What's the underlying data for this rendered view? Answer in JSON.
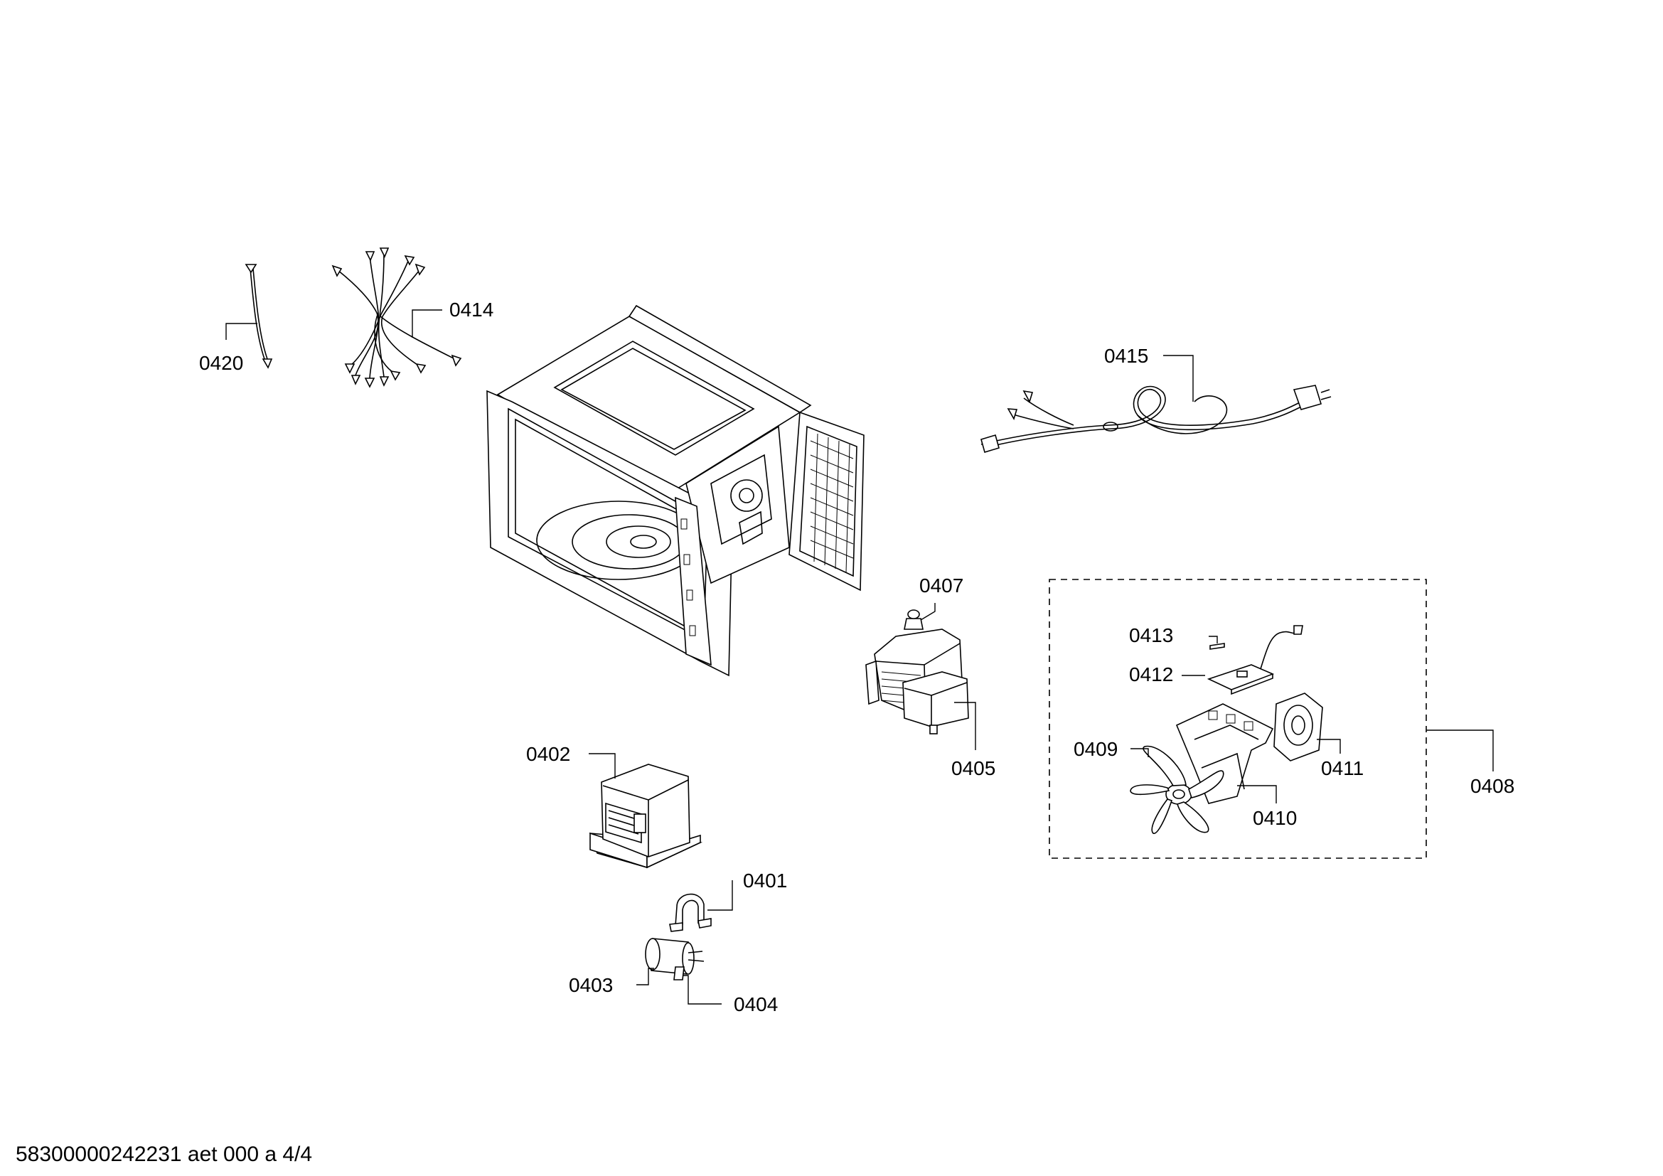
{
  "labels": {
    "p0401": "0401",
    "p0402": "0402",
    "p0403": "0403",
    "p0404": "0404",
    "p0405": "0405",
    "p0407": "0407",
    "p0408": "0408",
    "p0409": "0409",
    "p0410": "0410",
    "p0411": "0411",
    "p0412": "0412",
    "p0413": "0413",
    "p0414": "0414",
    "p0415": "0415",
    "p0420": "0420"
  },
  "footer": {
    "document_code": "58300000242231 aet 000 a 4/4"
  },
  "colors": {
    "line": "#000000",
    "background": "#ffffff"
  }
}
